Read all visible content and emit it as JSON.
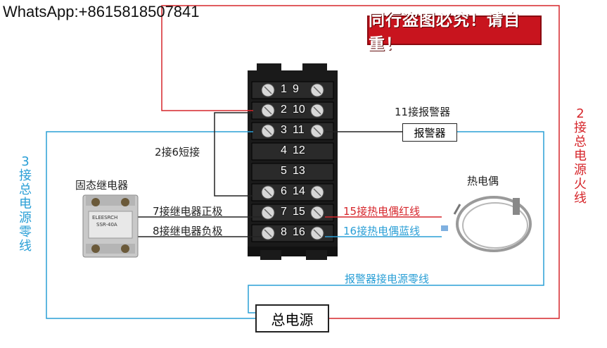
{
  "watermark": "WhatsApp:+8615818507841",
  "banner": "同行盗图必究！请自重！",
  "side_labels": {
    "right": "2接总电源火线",
    "left": "3接总电源零线"
  },
  "labels": {
    "alarm_top": "11接报警器",
    "short": "2接6短接",
    "relay_title": "固态继电器",
    "relay_pos": "7接继电器正极",
    "relay_neg": "8接继电器负极",
    "tc_red": "15接热电偶红线",
    "tc_blue": "16接热电偶蓝线",
    "thermocouple": "热电偶",
    "alarm_neutral": "报警器接电源零线"
  },
  "boxes": {
    "alarm": "报警器",
    "power": "总电源"
  },
  "terminals": [
    {
      "left": "1",
      "right": "9"
    },
    {
      "left": "2",
      "right": "10"
    },
    {
      "left": "3",
      "right": "11"
    },
    {
      "left": "4",
      "right": "12"
    },
    {
      "left": "5",
      "right": "13"
    },
    {
      "left": "6",
      "right": "14"
    },
    {
      "left": "7",
      "right": "15"
    },
    {
      "left": "8",
      "right": "16"
    }
  ],
  "relay_print": {
    "brand": "ELEESRCH",
    "model": "SSR-40A"
  },
  "colors": {
    "red_wire": "#d6262b",
    "blue_wire": "#2a9fd6",
    "black_wire": "#222222",
    "banner_bg": "#c8141e"
  }
}
